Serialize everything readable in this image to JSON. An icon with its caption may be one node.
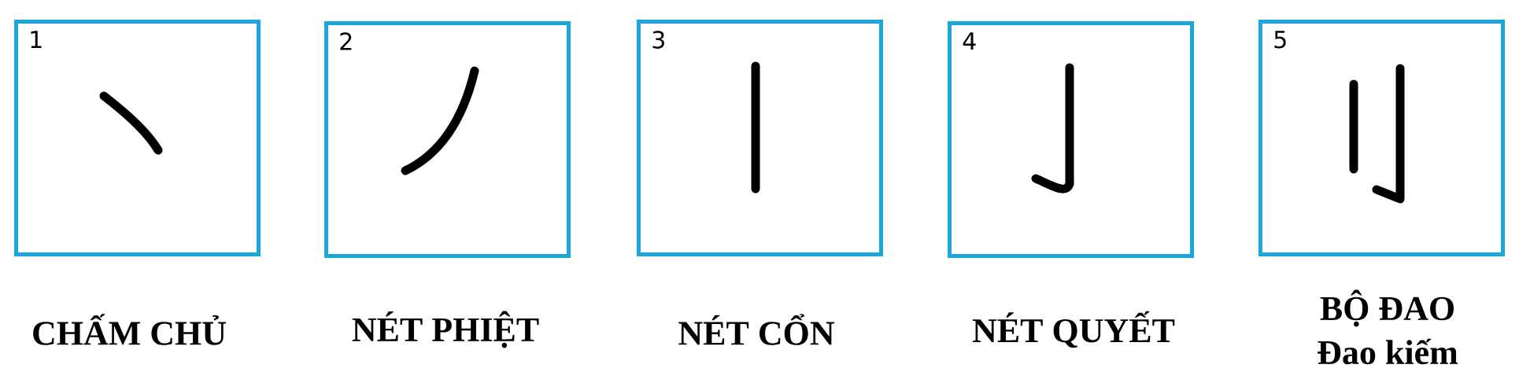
{
  "diagram": {
    "nodes": [
      {
        "text": [
          "1"
        ],
        "beside": [
          "CHẤM CHỦ"
        ]
      },
      {
        "text": [
          "2"
        ],
        "beside": [
          "NÉT PHIỆT"
        ]
      },
      {
        "text": [
          "3"
        ],
        "beside": [
          "NÉT CỔN"
        ]
      },
      {
        "text": [
          "4"
        ],
        "beside": [
          "NÉT QUYẾT"
        ]
      },
      {
        "text": [
          "5"
        ],
        "beside": [
          "BỘ ĐAO",
          "Đao kiếm"
        ]
      }
    ]
  }
}
